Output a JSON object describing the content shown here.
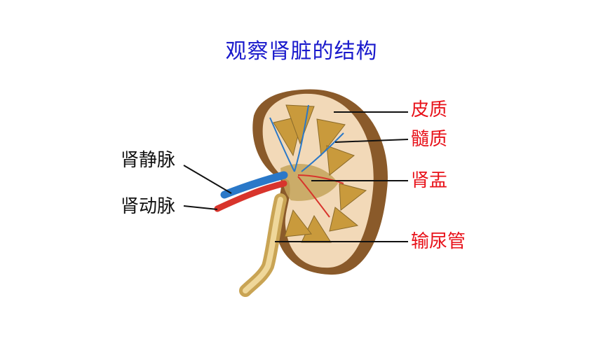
{
  "title": "观察肾脏的结构",
  "labels": {
    "cortex": "皮质",
    "medulla": "髓质",
    "pelvis": "肾盂",
    "ureter": "输尿管",
    "renal_vein": "肾静脉",
    "renal_artery": "肾动脉"
  },
  "colors": {
    "title": "#1a1acc",
    "structure_label": "#e8121a",
    "vessel_label": "#111111",
    "vein": "#2a78c8",
    "artery": "#d8342c",
    "cortex": "#f2d9b8",
    "capsule": "#8a5a2a",
    "pyramid": "#c99a3c"
  }
}
